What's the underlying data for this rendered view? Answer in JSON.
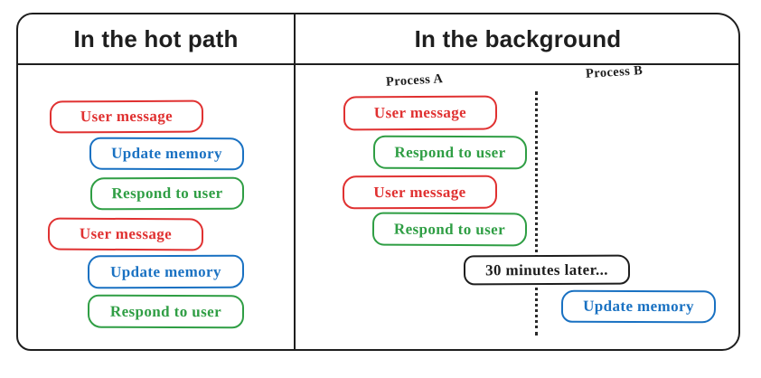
{
  "colors": {
    "red": "#e03131",
    "blue": "#1971c2",
    "green": "#2f9e44",
    "black": "#1e1e1e"
  },
  "panels": {
    "left": {
      "title": "In the hot path",
      "boxes": [
        {
          "label": "User message",
          "color": "red"
        },
        {
          "label": "Update memory",
          "color": "blue"
        },
        {
          "label": "Respond to user",
          "color": "green"
        },
        {
          "label": "User message",
          "color": "red"
        },
        {
          "label": "Update memory",
          "color": "blue"
        },
        {
          "label": "Respond to user",
          "color": "green"
        }
      ]
    },
    "right": {
      "title": "In the background",
      "process_a_label": "Process A",
      "process_b_label": "Process B",
      "process_a_boxes": [
        {
          "label": "User message",
          "color": "red"
        },
        {
          "label": "Respond to user",
          "color": "green"
        },
        {
          "label": "User message",
          "color": "red"
        },
        {
          "label": "Respond to user",
          "color": "green"
        }
      ],
      "divider_note": {
        "label": "30 minutes later...",
        "color": "black"
      },
      "process_b_boxes": [
        {
          "label": "Update memory",
          "color": "blue"
        }
      ]
    }
  }
}
